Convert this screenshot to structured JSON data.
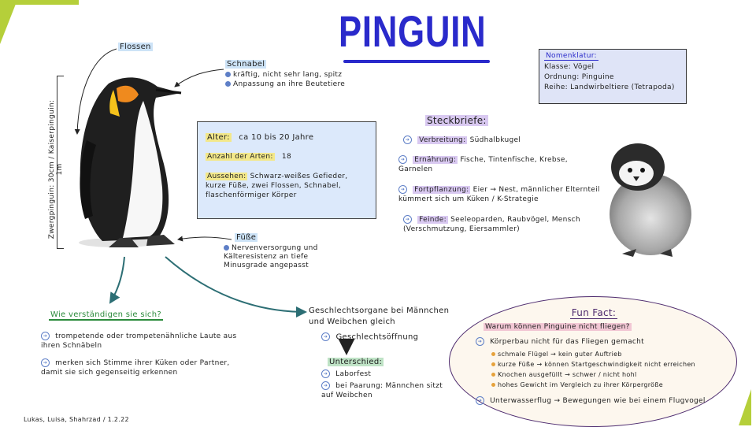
{
  "title": "PINGUIN",
  "labels": {
    "flossen": "Flossen",
    "schnabel": "Schnabel",
    "fuesse": "Füße",
    "size_vertical": "Zwergpinguin: 30cm / Kaiserpinguin: 1m"
  },
  "schnabel_points": [
    "kräftig, nicht sehr lang, spitz",
    "Anpassung an ihre Beutetiere"
  ],
  "fuesse_points": [
    "Nervenversorgung und Kälteresistenz an tiefe Minusgrade angepasst"
  ],
  "nomenklatur": {
    "heading": "Nomenklatur:",
    "lines": [
      "Klasse: Vögel",
      "Ordnung: Pinguine",
      "Reihe: Landwirbeltiere (Tetrapoda)"
    ]
  },
  "info_box": {
    "alter_label": "Alter:",
    "alter_value": "ca 10 bis 20 Jahre",
    "arten_label": "Anzahl der Arten:",
    "arten_value": "18",
    "aussehen_label": "Aussehen:",
    "aussehen_value": "Schwarz-weißes Gefieder, kurze Füße, zwei Flossen, Schnabel, flaschenförmiger Körper"
  },
  "steckbrief": {
    "heading": "Steckbriefe:",
    "items": [
      {
        "label": "Verbreitung:",
        "text": "Südhalbkugel"
      },
      {
        "label": "Ernährung:",
        "text": "Fische, Tintenfische, Krebse, Garnelen"
      },
      {
        "label": "Fortpflanzung:",
        "text": "Eier → Nest, männlicher Elternteil kümmert sich um Küken / K-Strategie"
      },
      {
        "label": "Feinde:",
        "text": "Seeleoparden, Raubvögel, Mensch (Verschmutzung, Eiersammler)"
      }
    ]
  },
  "verstaendigen": {
    "heading": "Wie verständigen sie sich?",
    "points": [
      "trompetende oder trompetenähnliche Laute aus ihren Schnäbeln",
      "merken sich Stimme ihrer Küken oder Partner, damit sie sich gegenseitig erkennen"
    ]
  },
  "geschlecht": {
    "intro": "Geschlechtsorgane bei Männchen und Weibchen gleich",
    "point": "Geschlechtsöffnung",
    "unterschied": "Unterschied:",
    "diffs": [
      "Laborfest",
      "bei Paarung: Männchen sitzt auf Weibchen"
    ]
  },
  "funfact": {
    "heading": "Fun Fact:",
    "question": "Warum können Pinguine nicht fliegen?",
    "main": "Körperbau nicht für das Fliegen gemacht",
    "subs": [
      "schmale Flügel → kein guter Auftrieb",
      "kurze Füße → können Startgeschwindigkeit nicht erreichen",
      "Knochen ausgefüllt → schwer / nicht hohl",
      "hohes Gewicht im Vergleich zu ihrer Körpergröße"
    ],
    "footer": "Unterwasserflug → Bewegungen wie bei einem Flugvogel"
  },
  "author": "Lukas, Luisa, Shahrzad / 1.2.22",
  "colors": {
    "title": "#2a2acb",
    "accent_green": "#b5cf3a",
    "arrow_teal": "#2c6e74",
    "funfact_border": "#4d2a6e"
  }
}
